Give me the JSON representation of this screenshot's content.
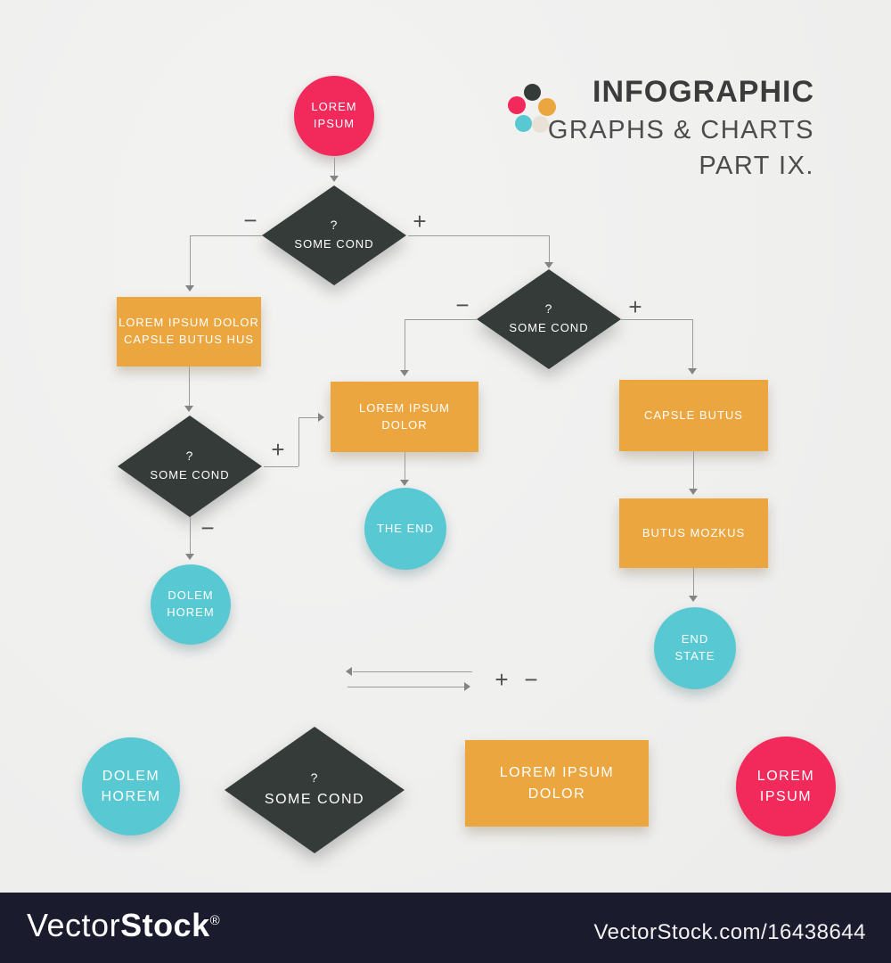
{
  "header": {
    "title": "INFOGRAPHIC",
    "subtitle": "GRAPHS & CHARTS",
    "part": "PART IX.",
    "logo_dot_colors": [
      "#343b38",
      "#f22a5b",
      "#eba640",
      "#58c9d3",
      "#eae1d6"
    ]
  },
  "nodes": {
    "start": {
      "label": "LOREM\nIPSUM"
    },
    "cond1": {
      "q": "?",
      "label": "SOME COND"
    },
    "rect1": {
      "label": "LOREM IPSUM DOLOR\nCAPSLE BUTUS HUS"
    },
    "cond2": {
      "q": "?",
      "label": "SOME COND"
    },
    "rect2": {
      "label": "LOREM IPSUM\nDOLOR"
    },
    "rect3": {
      "label": "CAPSLE BUTUS"
    },
    "cond3": {
      "q": "?",
      "label": "SOME COND"
    },
    "the_end": {
      "label": "THE END"
    },
    "rect4": {
      "label": "BUTUS MOZKUS"
    },
    "dolem1": {
      "label": "DOLEM\nHOREM"
    },
    "end_state": {
      "label": "END\nSTATE"
    },
    "dolem2": {
      "label": "DOLEM\nHOREM"
    },
    "cond4": {
      "q": "?",
      "label": "SOME COND"
    },
    "rect5": {
      "label": "LOREM IPSUM\nDOLOR"
    },
    "pink2": {
      "label": "LOREM\nIPSUM"
    }
  },
  "signs": {
    "plus": "+",
    "minus": "−"
  },
  "colors": {
    "pink": "#f22a5b",
    "orange": "#eba640",
    "teal": "#58c9d3",
    "dark": "#343b38",
    "background": "#efefee",
    "footer_bg": "#1a1c2e",
    "line": "#9b9b9b"
  },
  "footer": {
    "brand_light": "Vector",
    "brand_bold": "Stock",
    "reg": "®",
    "url": "VectorStock.com/16438644"
  }
}
